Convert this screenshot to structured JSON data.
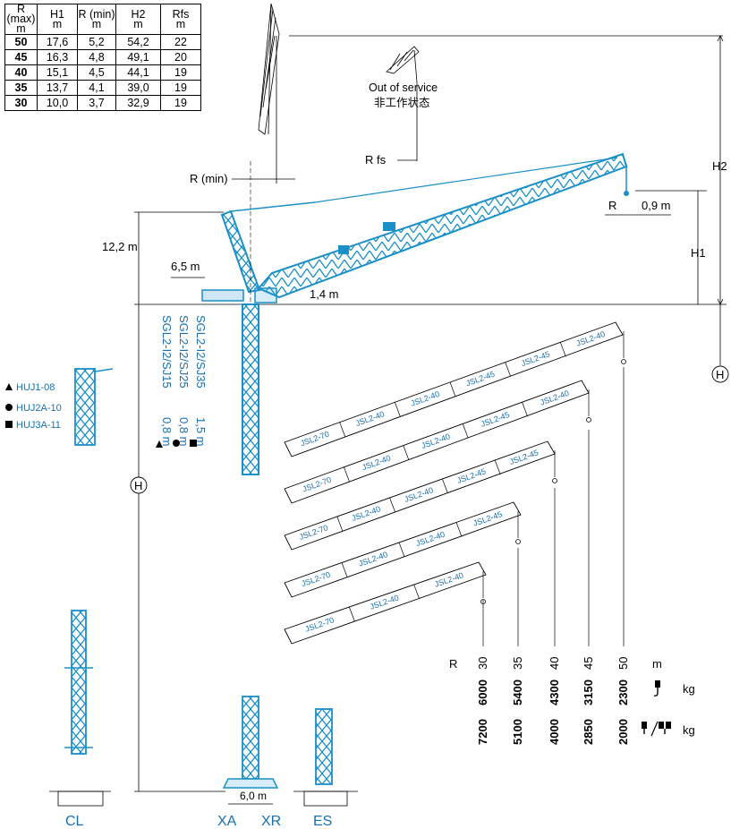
{
  "table": {
    "headers": [
      [
        "R (max)",
        "m"
      ],
      [
        "H1",
        "m"
      ],
      [
        "R (min)",
        "m"
      ],
      [
        "H2",
        "m"
      ],
      [
        "Rfs",
        "m"
      ]
    ],
    "rows": [
      [
        "50",
        "17,6",
        "5,2",
        "54,2",
        "22"
      ],
      [
        "45",
        "16,3",
        "4,8",
        "49,1",
        "20"
      ],
      [
        "40",
        "15,1",
        "4,5",
        "44,1",
        "19"
      ],
      [
        "35",
        "13,7",
        "4,1",
        "39,0",
        "19"
      ],
      [
        "30",
        "10,0",
        "3,7",
        "32,9",
        "19"
      ]
    ]
  },
  "labels": {
    "out_of_service": "Out of service",
    "out_of_service_cn": "非工作状态",
    "r_fs": "R fs",
    "r_min": "R (min)",
    "h2": "H2",
    "h1": "H1",
    "r": "R",
    "dim_09": "0,9 m",
    "dim_122": "12,2 m",
    "dim_65": "6,5 m",
    "dim_14": "1,4 m",
    "h_symbol": "H",
    "dim_60": "6,0 m",
    "base_cl": "CL",
    "base_xa": "XA",
    "base_xr": "XR",
    "base_es": "ES"
  },
  "masts": [
    {
      "name": "SGL2-I2/SJ15",
      "dim": "0,8 m"
    },
    {
      "name": "SGL2-I2/SJ25",
      "dim": "0,8 m"
    },
    {
      "name": "SGL2-I2/SJ35",
      "dim": "1,5 m"
    }
  ],
  "climbing": [
    "HUJ1-08",
    "HUJ2A-10",
    "HUJ3A-11"
  ],
  "jibs": [
    {
      "segments": [
        "JSL2-70",
        "JSL2-40",
        "JSL2-40",
        "JSL2-45",
        "JSL2-45",
        "JSL2-40"
      ]
    },
    {
      "segments": [
        "JSL2-70",
        "JSL2-40",
        "JSL2-40",
        "JSL2-45",
        "JSL2-40"
      ]
    },
    {
      "segments": [
        "JSL2-70",
        "JSL2-40",
        "JSL2-40",
        "JSL2-45",
        "JSL2-45"
      ]
    },
    {
      "segments": [
        "JSL2-70",
        "JSL2-40",
        "JSL2-40",
        "JSL2-45"
      ]
    },
    {
      "segments": [
        "JSL2-70",
        "JSL2-40",
        "JSL2-40"
      ]
    }
  ],
  "load_table": {
    "r_label": "R",
    "unit_m": "m",
    "unit_kg": "kg",
    "radii": [
      "30",
      "35",
      "40",
      "45",
      "50"
    ],
    "single_fall": [
      "6000",
      "5400",
      "4300",
      "3150",
      "2300"
    ],
    "double_fall": [
      "7200",
      "5100",
      "4000",
      "2850",
      "2000"
    ]
  },
  "colors": {
    "crane": "#1a8fc8",
    "text_blue": "#1a6fb0",
    "line": "#000000"
  }
}
